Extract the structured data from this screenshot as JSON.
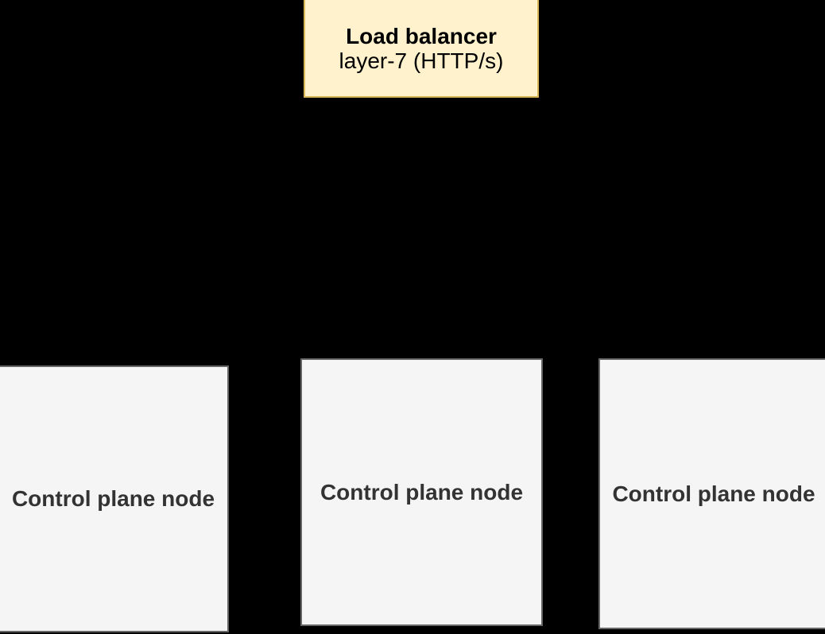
{
  "canvas": {
    "background": "#000000"
  },
  "load_balancer": {
    "title": "Load balancer",
    "subtitle": "layer-7 (HTTP/s)",
    "fill": "#FFF2CC",
    "border_color": "#D6B656",
    "text_color": "#000000"
  },
  "control_plane": {
    "fill": "#F5F5F5",
    "border_color": "#666666",
    "text_color": "#333333",
    "nodes": [
      {
        "label": "Control plane node"
      },
      {
        "label": "Control plane node"
      },
      {
        "label": "Control plane node"
      }
    ]
  }
}
